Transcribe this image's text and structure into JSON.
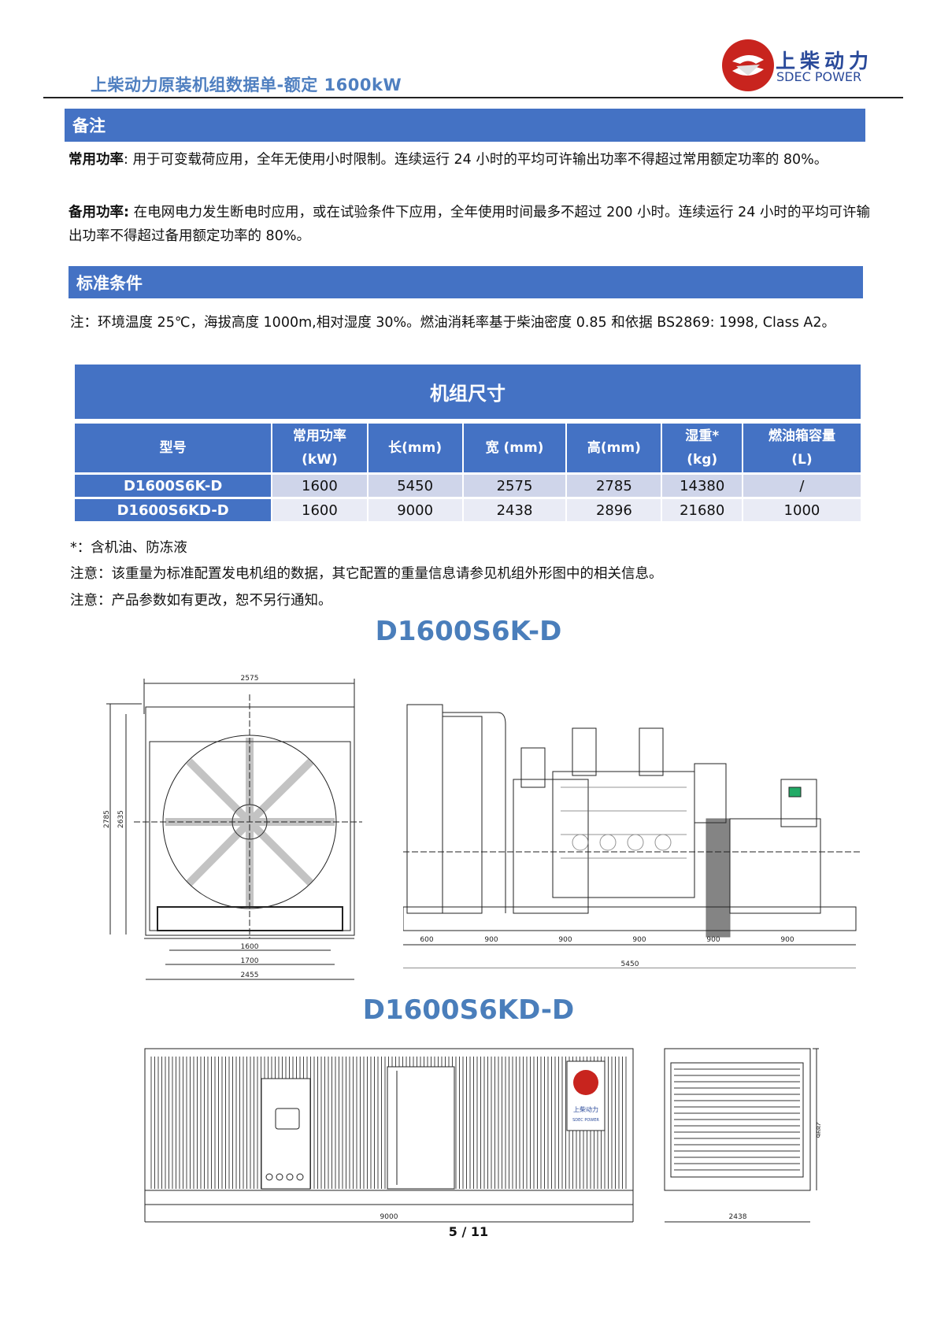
{
  "header": {
    "title": "上柴动力原装机组数据单-额定 1600kW",
    "logo_cn": "上柴动力",
    "logo_en": "SDEC POWER"
  },
  "notes": {
    "heading": "备注",
    "prime_label": "常用功率",
    "prime_text": ": 用于可变载荷应用，全年无使用小时限制。连续运行 24 小时的平均可许输出功率不得超过常用额定功率的 80%。",
    "standby_label": "备用功率:",
    "standby_text": "  在电网电力发生断电时应用，或在试验条件下应用，全年使用时间最多不超过 200 小时。连续运行 24 小时的平均可许输出功率不得超过备用额定功率的 80%。"
  },
  "standard": {
    "heading": "标准条件",
    "note": "注：环境温度 25℃，海拔高度 1000m,相对湿度 30%。燃油消耗率基于柴油密度 0.85 和依据 BS2869: 1998, Class A2。"
  },
  "dimensions": {
    "title": "机组尺寸",
    "headers": [
      "型号",
      "常用功率\n(kW)",
      "长(mm)",
      "宽 (mm)",
      "高(mm)",
      "湿重*\n(kg)",
      "燃油箱容量\n(L)"
    ],
    "rows": [
      [
        "D1600S6K-D",
        "1600",
        "5450",
        "2575",
        "2785",
        "14380",
        "/"
      ],
      [
        "D1600S6KD-D",
        "1600",
        "9000",
        "2438",
        "2896",
        "21680",
        "1000"
      ]
    ]
  },
  "footnotes": [
    "*：含机油、防冻液",
    "注意：该重量为标准配置发电机组的数据，其它配置的重量信息请参见机组外形图中的相关信息。",
    "注意：产品参数如有更改，恕不另行通知。"
  ],
  "drawing1": {
    "title": "D1600S6K-D",
    "front_dims": [
      "2575",
      "2785",
      "2635",
      "1600",
      "1700",
      "2455"
    ],
    "side_dims": [
      "600",
      "900",
      "900",
      "900",
      "900",
      "900",
      "5450"
    ]
  },
  "drawing2": {
    "title": "D1600S6KD-D",
    "dims": [
      "9000",
      "2438",
      "2896"
    ],
    "badge_cn": "上柴动力",
    "badge_en": "SDEC POWER"
  },
  "page": {
    "number": "5 / 11"
  },
  "colors": {
    "accent": "#4472c4",
    "title_blue": "#4f7fc0",
    "logo_red": "#c8241e"
  }
}
